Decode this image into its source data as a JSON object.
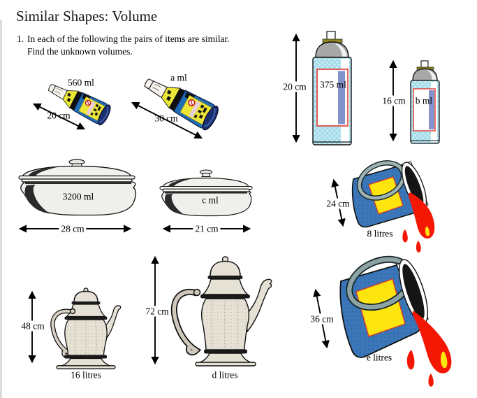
{
  "page": {
    "title": "Similar Shapes: Volume",
    "question_number": "1.",
    "instruction_line1": "In each of the following the pairs of items are similar.",
    "instruction_line2": "Find the unknown volumes."
  },
  "colors": {
    "bottle_blue": "#1e6db5",
    "bottle_navy": "#1a2f6e",
    "label_yellow": "#ece636",
    "can_cap_grey": "#a8a8a8",
    "can_checker_blue": "#c4e9f2",
    "can_stripe_blue": "#8593cd",
    "can_border_red": "#e03a2f",
    "bucket_blue": "#3a76b8",
    "bucket_yellow": "#ffe510",
    "paint_red": "#f41804",
    "handle_grey": "#9fb3b3",
    "dish_grey": "#efefeb",
    "pot_beige": "#e6e1d5"
  },
  "figures": {
    "bottles": {
      "small": {
        "volume": "560 ml",
        "size": "20 cm"
      },
      "large": {
        "volume": "a ml",
        "size": "30 cm"
      }
    },
    "spray_cans": {
      "large": {
        "volume": "375 ml",
        "size": "20 cm"
      },
      "small": {
        "volume": "b ml",
        "size": "16 cm"
      }
    },
    "casserole_dishes": {
      "large": {
        "volume": "3200 ml",
        "size": "28 cm"
      },
      "small": {
        "volume": "c ml",
        "size": "21 cm"
      }
    },
    "paint_buckets": {
      "small": {
        "volume": "8 litres",
        "size": "24 cm"
      },
      "large": {
        "volume": "e litres",
        "size": "36 cm"
      }
    },
    "coffee_pots": {
      "small": {
        "volume": "16 litres",
        "size": "48 cm"
      },
      "large": {
        "volume": "d litres",
        "size": "72 cm"
      }
    }
  }
}
